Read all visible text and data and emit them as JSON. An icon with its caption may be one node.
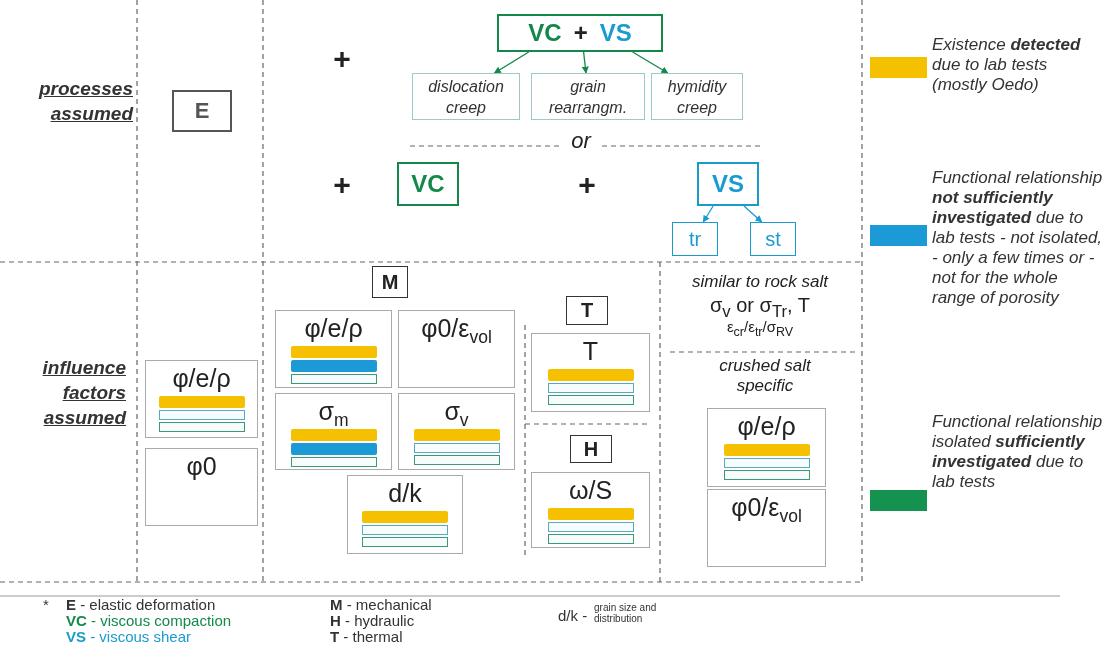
{
  "diagram": {
    "nodes": [
      {
        "text": [
          "E"
        ]
      },
      {
        "text": [
          "VC",
          "+",
          "VS"
        ]
      },
      {
        "text": [
          "dislocation creep"
        ]
      },
      {
        "text": [
          "grain rearrangm."
        ]
      },
      {
        "text": [
          "hymidity creep"
        ]
      },
      {
        "text": [
          "VC"
        ]
      },
      {
        "text": [
          "VS"
        ]
      },
      {
        "text": [
          "tr"
        ]
      },
      {
        "text": [
          "st"
        ]
      },
      {
        "text": [
          "φ/e/ρ"
        ]
      },
      {
        "text": [],
        "shape": "bar",
        "in": 9
      },
      {
        "text": [],
        "shape": "bar",
        "in": 9
      },
      {
        "text": [],
        "shape": "bar",
        "in": 9
      },
      {
        "text": [
          "φ0"
        ]
      },
      {
        "text": [
          "M"
        ]
      },
      {
        "text": [
          "φ/e/ρ"
        ]
      },
      {
        "text": [],
        "shape": "bar",
        "in": 15
      },
      {
        "text": [],
        "shape": "bar",
        "in": 15
      },
      {
        "text": [],
        "shape": "bar",
        "in": 15
      },
      {
        "text": [
          "φ0/ε$_{vol}$"
        ]
      },
      {
        "text": [
          "σ$_{m}$"
        ]
      },
      {
        "text": [],
        "shape": "bar",
        "in": 20
      },
      {
        "text": [],
        "shape": "bar",
        "in": 20
      },
      {
        "text": [],
        "shape": "bar",
        "in": 20
      },
      {
        "text": [
          "σ$_{v}$"
        ]
      },
      {
        "text": [],
        "shape": "bar",
        "in": 24
      },
      {
        "text": [],
        "shape": "bar",
        "in": 24
      },
      {
        "text": [],
        "shape": "bar",
        "in": 24
      },
      {
        "text": [
          "d/k"
        ]
      },
      {
        "text": [],
        "shape": "bar",
        "in": 28
      },
      {
        "text": [],
        "shape": "bar",
        "in": 28
      },
      {
        "text": [],
        "shape": "bar",
        "in": 28
      },
      {
        "text": [
          "T"
        ]
      },
      {
        "text": [
          "T"
        ]
      },
      {
        "text": [],
        "shape": "bar",
        "in": 33
      },
      {
        "text": [],
        "shape": "bar",
        "in": 33
      },
      {
        "text": [],
        "shape": "bar",
        "in": 33
      },
      {
        "text": [
          "H"
        ]
      },
      {
        "text": [
          "ω/S"
        ]
      },
      {
        "text": [],
        "shape": "bar",
        "in": 38
      },
      {
        "text": [],
        "shape": "bar",
        "in": 38
      },
      {
        "text": [],
        "shape": "bar",
        "in": 38
      },
      {
        "text": [
          "φ/e/ρ"
        ]
      },
      {
        "text": [],
        "shape": "bar",
        "in": 42
      },
      {
        "text": [],
        "shape": "bar",
        "in": 42
      },
      {
        "text": [],
        "shape": "bar",
        "in": 42
      },
      {
        "text": [
          "φ0/ε$_{vol}$"
        ]
      }
    ],
    "edges": [
      {
        "from": 1,
        "to": 2,
        "arrow": "to"
      },
      {
        "from": 1,
        "to": 3,
        "arrow": "to"
      },
      {
        "from": 1,
        "to": 4,
        "arrow": "to"
      },
      {
        "from": 6,
        "to": 7,
        "arrow": "to",
        "color": "#1a9bd0"
      },
      {
        "from": 6,
        "to": 8,
        "arrow": "to",
        "color": "#1a9bd0"
      }
    ],
    "labels": [
      "processes assumed",
      "+",
      "or",
      "+",
      "+",
      "influence factors assumed",
      "similar to rock salt",
      "σ$_{v}$ or σ$_{Tr}$, T",
      "ε$_{cr}$/ε$_{tr}$/σ$_{RV}$",
      "crushed salt specific",
      "*",
      "**E** - elastic deformation",
      "**VC** - viscous compaction",
      "**VS** - viscous shear",
      "**M** - mechanical",
      "**H** - hydraulic",
      "**T** - thermal",
      "d/k -",
      "grain size and distribution"
    ],
    "legend": [
      {
        "text": "Existence **detected** due to lab tests (mostly Oedo)",
        "color": "#f5c000"
      },
      {
        "text": "Functional relationship **not sufficiently investigated** due to lab tests - not isolated, - only a few times or - not for the whole range of porosity",
        "color": "#1b9ad6"
      },
      {
        "text": "Functional relationship isolated **sufficiently investigated** due to lab tests",
        "color": "#13934f"
      }
    ]
  }
}
